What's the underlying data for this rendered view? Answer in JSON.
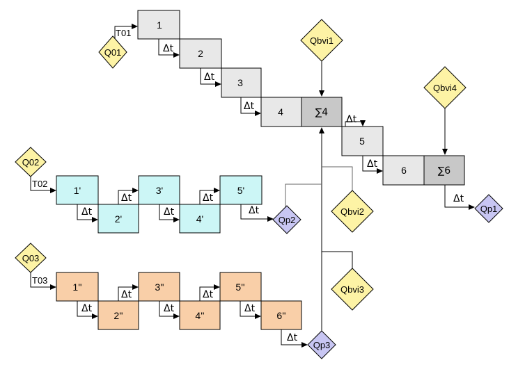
{
  "colors": {
    "gray_cell": "#e8e8e8",
    "gray_sum": "#c8c8c8",
    "cyan_cell": "#ccf6f6",
    "orange_cell": "#f9cfa8",
    "yellow_diamond": "#fdf3a5",
    "purple_diamond": "#c8c6f3"
  },
  "icons": {
    "arrow": "arrowhead",
    "sum": "sigma-symbol"
  },
  "labels": {
    "delta_t": "Δt",
    "t01": "T01",
    "t02": "T02",
    "t03": "T03",
    "q01": "Q01",
    "q02": "Q02",
    "q03": "Q03",
    "qbvi1": "Qbvi1",
    "qbvi2": "Qbvi2",
    "qbvi3": "Qbvi3",
    "qbvi4": "Qbvi4",
    "qp1": "Qp1",
    "qp2": "Qp2",
    "qp3": "Qp3"
  },
  "chain1": {
    "cells": [
      "1",
      "2",
      "3",
      "4",
      "5",
      "6"
    ],
    "sum4": "∑4",
    "sum6": "∑6"
  },
  "chain2": {
    "cells": [
      "1'",
      "2'",
      "3'",
      "4'",
      "5'"
    ]
  },
  "chain3": {
    "cells": [
      "1''",
      "2''",
      "3''",
      "4''",
      "5''",
      "6''"
    ]
  }
}
